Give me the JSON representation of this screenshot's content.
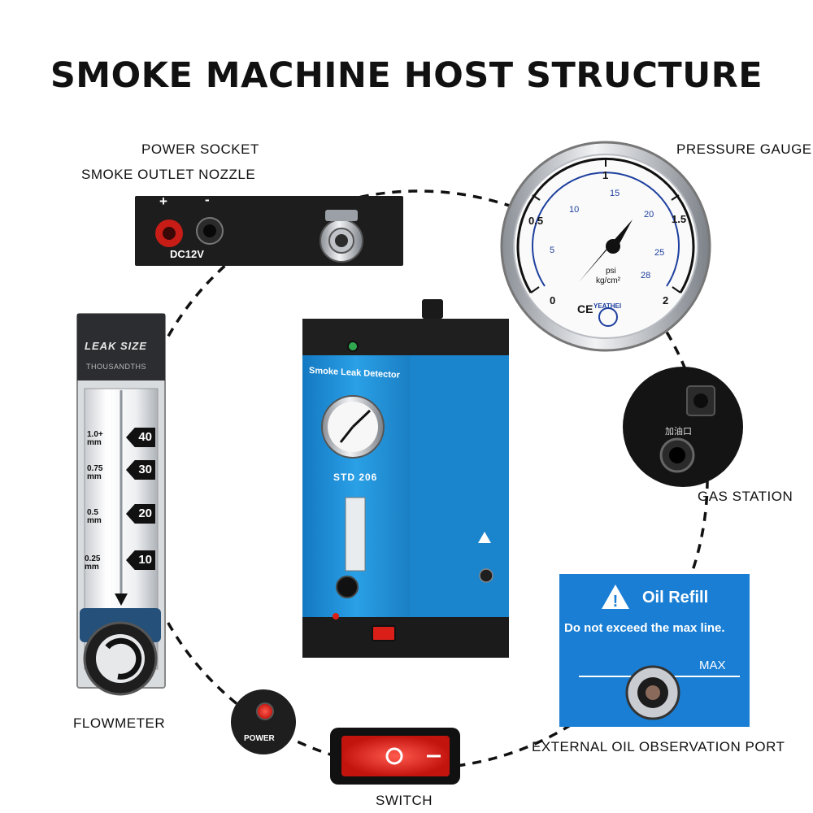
{
  "title": "SMOKE MACHINE HOST STRUCTURE",
  "labels": {
    "power_socket": "POWER SOCKET",
    "smoke_outlet": "SMOKE OUTLET NOZZLE",
    "pressure_gauge": "PRESSURE GAUGE",
    "gas_station": "GAS STATION",
    "flowmeter": "FLOWMETER",
    "switch": "SWITCH",
    "oil_port": "EXTERNAL OIL OBSERVATION PORT"
  },
  "panel": {
    "plus": "+",
    "minus": "-",
    "voltage": "DC12V"
  },
  "gauge": {
    "psi_ticks": [
      "5",
      "10",
      "15",
      "20",
      "25",
      "28"
    ],
    "outer_ticks": [
      "0",
      "0.5",
      "1",
      "1.5",
      "2"
    ],
    "unit_psi": "psi",
    "unit_kg": "kg/cm²",
    "ce": "CE",
    "brand": "YEATHEI"
  },
  "flowmeter": {
    "header": "LEAK SIZE",
    "subheader": "THOUSANDTHS",
    "marks": [
      {
        "mm": "1.0+",
        "unit": "mm",
        "value": "40"
      },
      {
        "mm": "0.75",
        "unit": "mm",
        "value": "30"
      },
      {
        "mm": "0.5",
        "unit": "mm",
        "value": "20"
      },
      {
        "mm": "0.25",
        "unit": "mm",
        "value": "10"
      }
    ]
  },
  "device": {
    "name": "Smoke Leak Detector",
    "model": "STD 206"
  },
  "gas_station_text": "加油口",
  "power_text": "POWER",
  "oil_refill": {
    "heading": "Oil Refill",
    "warning": "Do not exceed the max line.",
    "max": "MAX"
  },
  "colors": {
    "device_blue": "#1f8fd6",
    "oil_label_blue": "#1a7fd4",
    "switch_red": "#e8231a",
    "dark_panel": "#1b1b1b"
  }
}
